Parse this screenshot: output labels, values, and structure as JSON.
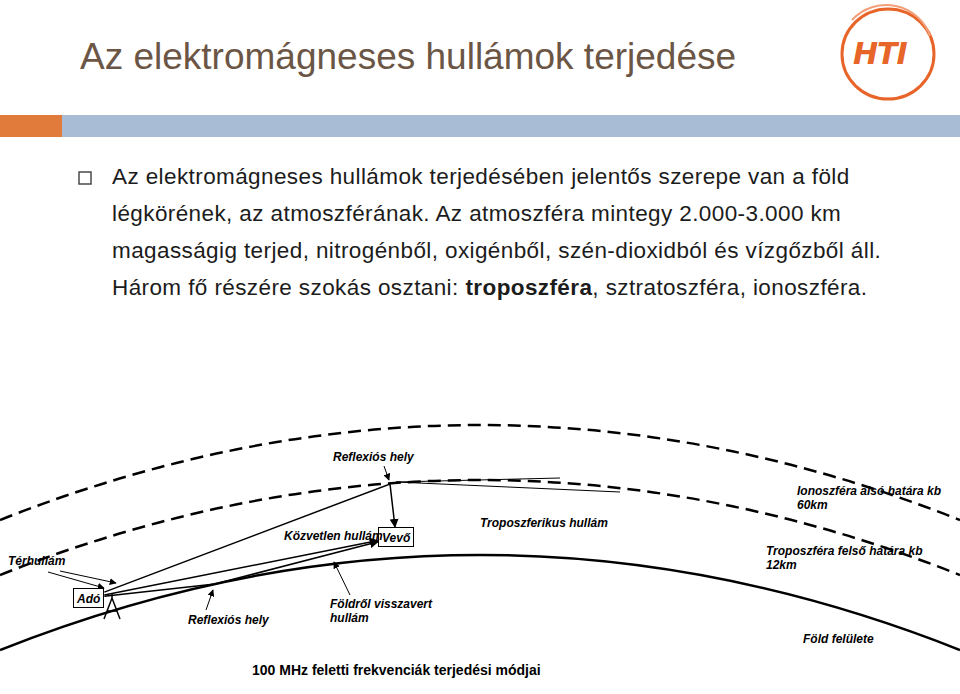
{
  "diagram": {
    "title": "Az elektromágneses hullámok terjedése",
    "caption": "100 MHz feletti frekvenciák terjedési módjai",
    "nodes": [
      {
        "text": [
          "Adó"
        ]
      },
      {
        "text": [
          "Vevő"
        ]
      }
    ],
    "edges": [
      {
        "from": 0,
        "to": 1,
        "arrow": "to",
        "label": "Közvetlen hullám"
      },
      {
        "from": 0,
        "to": 1,
        "arrow": "to",
        "label": "Troposzferikus hullám"
      },
      {
        "from": 0,
        "to": 1,
        "arrow": "to",
        "label": "Földről visszavert hullám"
      }
    ],
    "labels": [
      "HTI",
      "Az elektromágneses hullámok terjedésében jelentős szerepe van a föld légkörének, az atmoszférának. Az atmoszféra mintegy 2.000-3.000 km magasságig terjed, nitrogénből, oxigénből, szén-dioxidból és vízgőzből áll. Három fő részére szokás osztani:",
      "troposzféra",
      ", sztratoszféra, ionoszféra.",
      "Térhullám",
      "Reflexiós hely",
      "Reflexiós hely",
      "Ionoszféra alsó határa kb 60km",
      "Troposzféra felső határa kb 12km",
      "Föld felülete"
    ]
  }
}
